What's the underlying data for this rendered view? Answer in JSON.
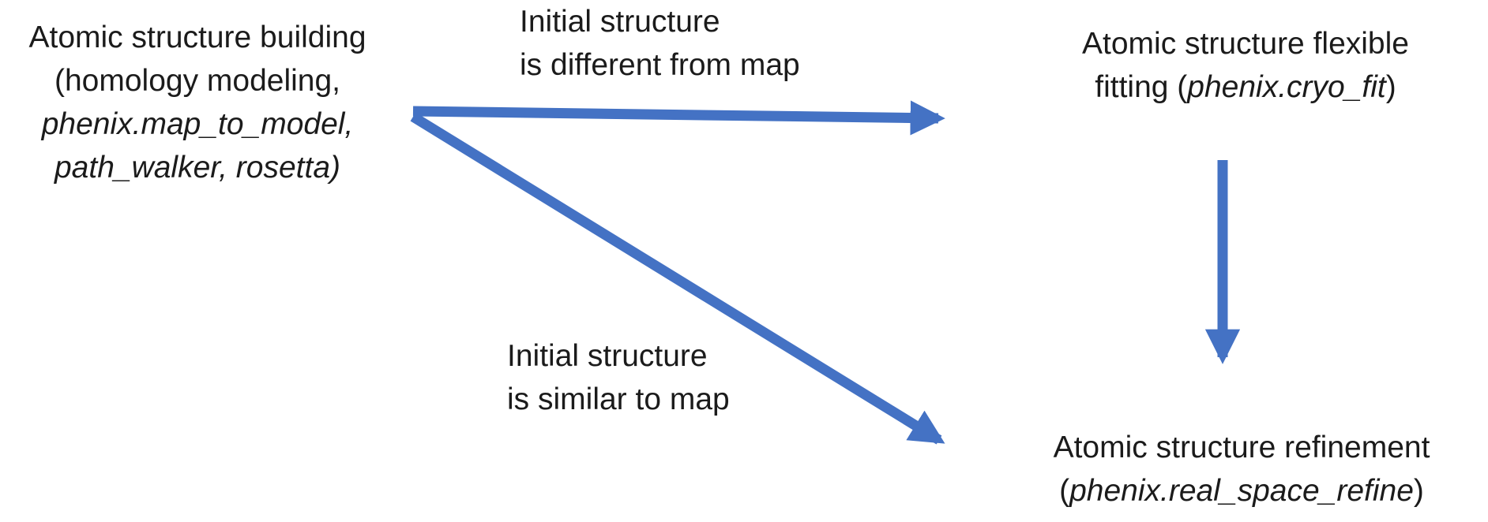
{
  "colors": {
    "arrow": "#4472C4",
    "text": "#1b1b1b",
    "background": "#ffffff"
  },
  "nodes": {
    "building": {
      "line1": "Atomic structure building",
      "line2": "(homology modeling,",
      "line3": "phenix.map_to_model,",
      "line4": "path_walker, rosetta)"
    },
    "flexible_fitting": {
      "line1": "Atomic structure flexible",
      "line2_prefix": "fitting (",
      "line2_tool": "phenix.cryo_fit",
      "line2_suffix": ")"
    },
    "refinement": {
      "line1": "Atomic structure refinement",
      "line2_prefix": "(",
      "line2_tool": "phenix.real_space_refine",
      "line2_suffix": ")"
    }
  },
  "edge_labels": {
    "different": {
      "line1": "Initial structure",
      "line2": "is different from map"
    },
    "similar": {
      "line1": "Initial structure",
      "line2": "is similar to map"
    }
  }
}
